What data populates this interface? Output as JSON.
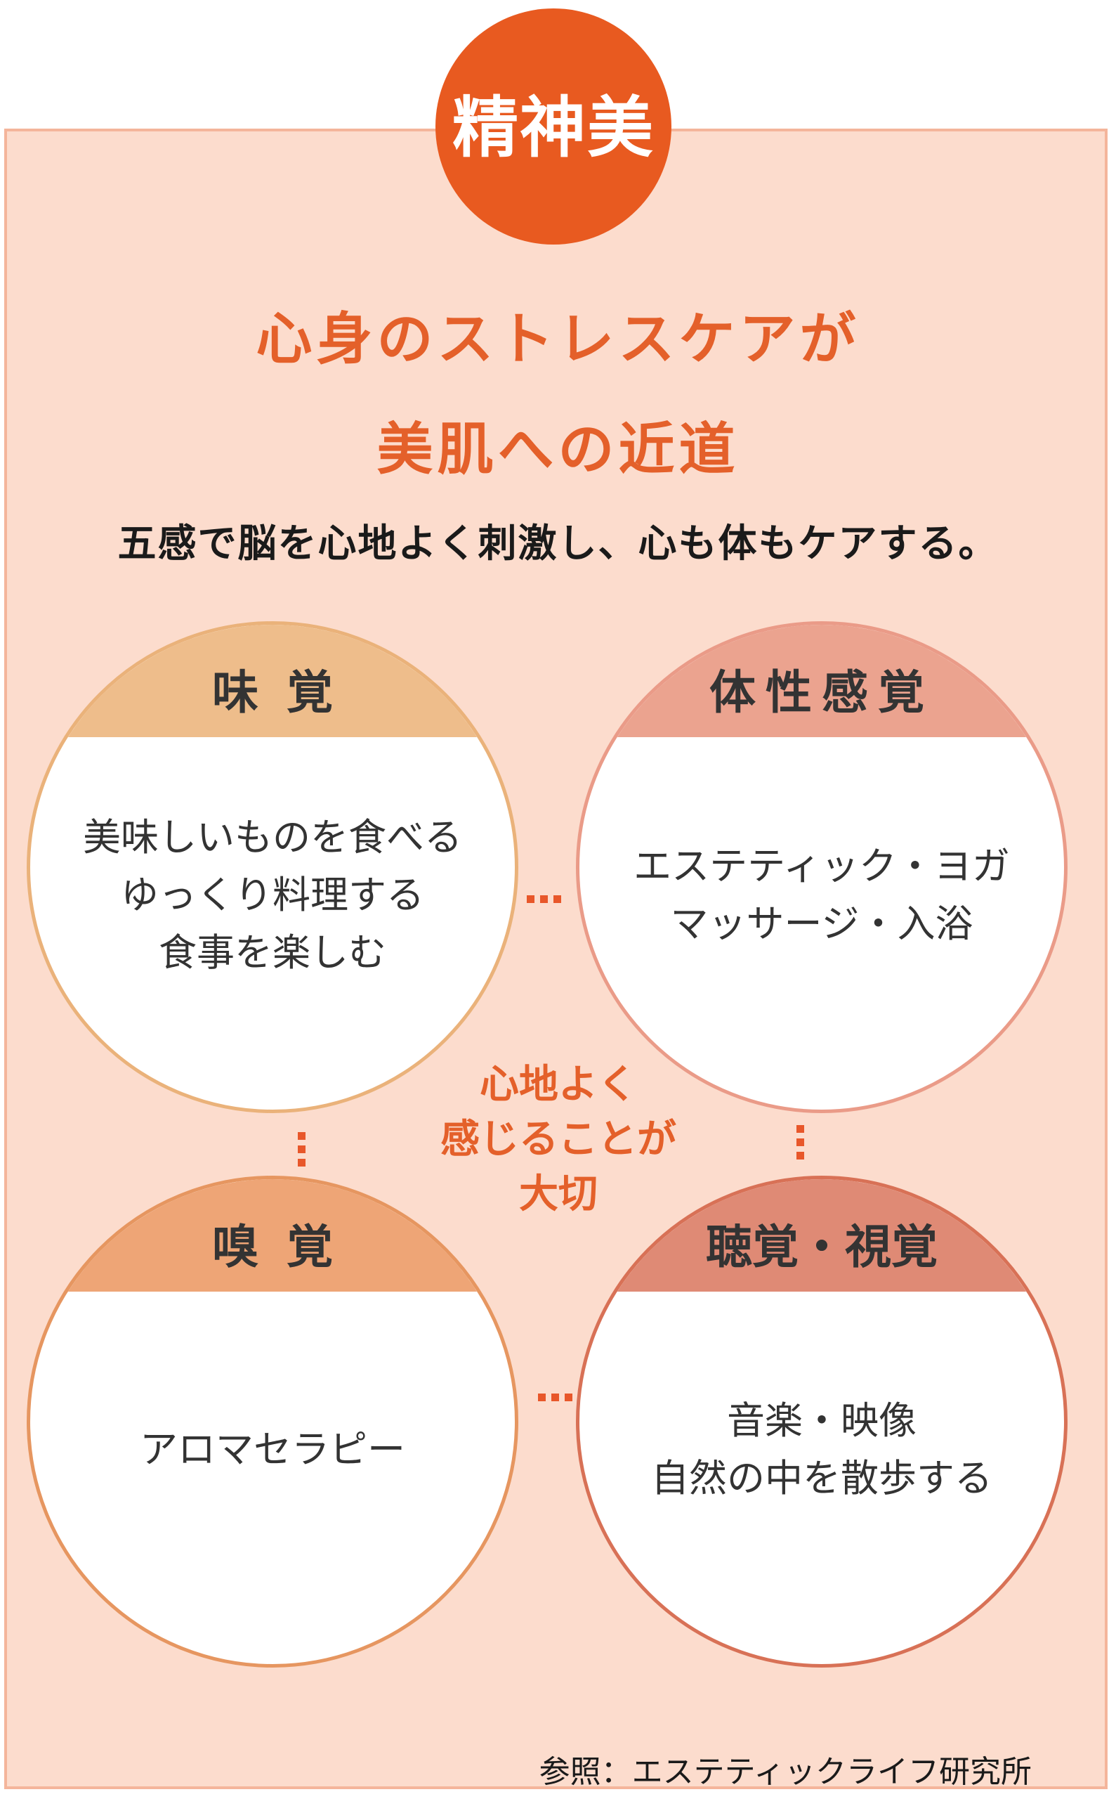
{
  "badge": "精神美",
  "headline": {
    "line1": "心身のストレスケアが",
    "line2": "美肌への近道"
  },
  "subtitle": "五感で脳を心地よく刺激し、心も体もケアする。",
  "center": {
    "line1": "心地よく",
    "line2": "感じることが",
    "line3": "大切"
  },
  "senses": [
    {
      "title": "味覚",
      "lines": [
        "美味しいものを食べる",
        "ゆっくり料理する",
        "食事を楽しむ"
      ]
    },
    {
      "title": "体性感覚",
      "lines": [
        "エステティック・ヨガ",
        "マッサージ・入浴"
      ]
    },
    {
      "title": "嗅覚",
      "lines": [
        "アロマセラピー"
      ]
    },
    {
      "title": "聴覚・視覚",
      "lines": [
        "音楽・映像",
        "自然の中を散歩する"
      ]
    }
  ],
  "source": "参照：エステティックライフ研究所",
  "colors": {
    "accent": "#e85a20",
    "panel_bg": "#fcdccd",
    "taste_header": "#eebd8b",
    "somatic_header": "#eba38f",
    "smell_header": "#eea576",
    "hearing_sight_header": "#df8a75"
  }
}
